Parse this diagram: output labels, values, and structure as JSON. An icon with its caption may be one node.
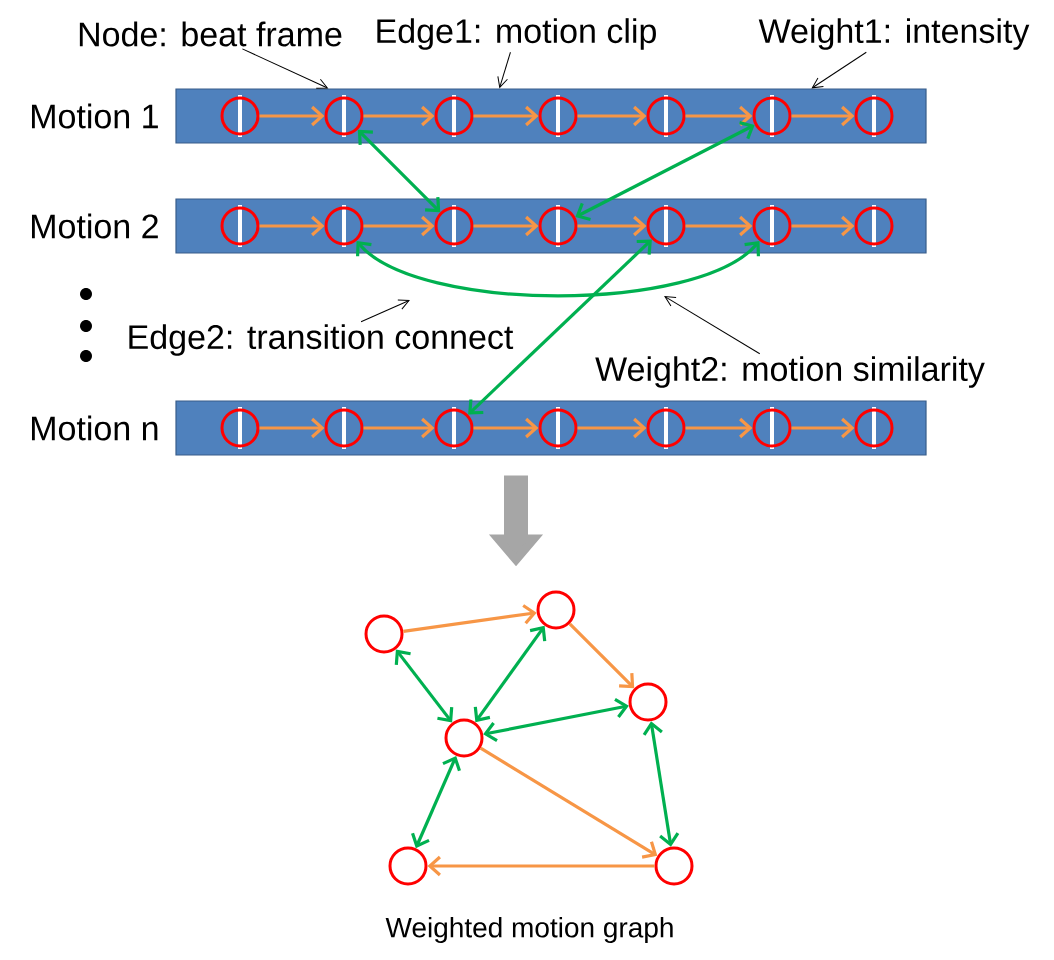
{
  "diagram": {
    "caption": "Weighted motion graph",
    "nodes": [
      {
        "text": [
          "Node: beat frame"
        ]
      },
      {
        "text": [
          "Edge1: motion clip"
        ]
      },
      {
        "text": [
          "Weight1: intensity"
        ]
      },
      {
        "text": [],
        "shape": "bar",
        "beside": [
          "Motion 1"
        ]
      },
      {
        "text": [],
        "shape": "circle",
        "in": 3
      },
      {
        "text": [],
        "shape": "circle",
        "in": 3
      },
      {
        "text": [],
        "shape": "circle",
        "in": 3
      },
      {
        "text": [],
        "shape": "circle",
        "in": 3
      },
      {
        "text": [],
        "shape": "circle",
        "in": 3
      },
      {
        "text": [],
        "shape": "circle",
        "in": 3
      },
      {
        "text": [],
        "shape": "circle",
        "in": 3
      },
      {
        "text": [],
        "shape": "bar",
        "beside": [
          "Motion 2"
        ]
      },
      {
        "text": [],
        "shape": "circle",
        "in": 11
      },
      {
        "text": [],
        "shape": "circle",
        "in": 11
      },
      {
        "text": [],
        "shape": "circle",
        "in": 11
      },
      {
        "text": [],
        "shape": "circle",
        "in": 11
      },
      {
        "text": [],
        "shape": "circle",
        "in": 11
      },
      {
        "text": [],
        "shape": "circle",
        "in": 11
      },
      {
        "text": [],
        "shape": "circle",
        "in": 11
      },
      {
        "text": [
          "Edge2: transition connect"
        ]
      },
      {
        "text": [
          "Weight2: motion similarity"
        ]
      },
      {
        "text": [],
        "shape": "bar",
        "beside": [
          "Motion n"
        ]
      },
      {
        "text": [],
        "shape": "circle",
        "in": 21
      },
      {
        "text": [],
        "shape": "circle",
        "in": 21
      },
      {
        "text": [],
        "shape": "circle",
        "in": 21
      },
      {
        "text": [],
        "shape": "circle",
        "in": 21
      },
      {
        "text": [],
        "shape": "circle",
        "in": 21
      },
      {
        "text": [],
        "shape": "circle",
        "in": 21
      },
      {
        "text": [],
        "shape": "circle",
        "in": 21
      },
      {
        "text": [],
        "shape": "circle"
      },
      {
        "text": [],
        "shape": "circle"
      },
      {
        "text": [],
        "shape": "circle"
      },
      {
        "text": [],
        "shape": "circle"
      },
      {
        "text": [],
        "shape": "circle"
      },
      {
        "text": [],
        "shape": "circle"
      }
    ],
    "edges": [
      {
        "from": 4,
        "to": 5,
        "arrow": "to"
      },
      {
        "from": 5,
        "to": 6,
        "arrow": "to"
      },
      {
        "from": 6,
        "to": 7,
        "arrow": "to"
      },
      {
        "from": 7,
        "to": 8,
        "arrow": "to"
      },
      {
        "from": 8,
        "to": 9,
        "arrow": "to"
      },
      {
        "from": 9,
        "to": 10,
        "arrow": "to"
      },
      {
        "from": 12,
        "to": 13,
        "arrow": "to"
      },
      {
        "from": 13,
        "to": 14,
        "arrow": "to"
      },
      {
        "from": 14,
        "to": 15,
        "arrow": "to"
      },
      {
        "from": 15,
        "to": 16,
        "arrow": "to"
      },
      {
        "from": 16,
        "to": 17,
        "arrow": "to"
      },
      {
        "from": 17,
        "to": 18,
        "arrow": "to"
      },
      {
        "from": 22,
        "to": 23,
        "arrow": "to"
      },
      {
        "from": 23,
        "to": 24,
        "arrow": "to"
      },
      {
        "from": 24,
        "to": 25,
        "arrow": "to"
      },
      {
        "from": 25,
        "to": 26,
        "arrow": "to"
      },
      {
        "from": 26,
        "to": 27,
        "arrow": "to"
      },
      {
        "from": 27,
        "to": 28,
        "arrow": "to"
      },
      {
        "from": 5,
        "to": 14,
        "arrow": "both",
        "color": "#00b050"
      },
      {
        "from": 9,
        "to": 15,
        "arrow": "both",
        "color": "#00b050"
      },
      {
        "from": 13,
        "to": 17,
        "arrow": "both",
        "color": "#00b050"
      },
      {
        "from": 24,
        "to": 16,
        "arrow": "both",
        "color": "#00b050"
      },
      {
        "from": 0,
        "to": 3,
        "arrow": "to",
        "color": "#000000"
      },
      {
        "from": 1,
        "to": 3,
        "arrow": "to",
        "color": "#000000"
      },
      {
        "from": 2,
        "to": 3,
        "arrow": "to",
        "color": "#000000"
      },
      {
        "from": 19,
        "to": null,
        "arrow": "to",
        "color": "#000000"
      },
      {
        "from": 20,
        "to": null,
        "arrow": "to",
        "color": "#000000"
      },
      {
        "from": 29,
        "to": 30,
        "arrow": "to"
      },
      {
        "from": 30,
        "to": 31,
        "arrow": "to"
      },
      {
        "from": 32,
        "to": 34,
        "arrow": "to"
      },
      {
        "from": 34,
        "to": 33,
        "arrow": "to"
      },
      {
        "from": 29,
        "to": 32,
        "arrow": "both",
        "color": "#00b050"
      },
      {
        "from": 30,
        "to": 32,
        "arrow": "both",
        "color": "#00b050"
      },
      {
        "from": 31,
        "to": 32,
        "arrow": "both",
        "color": "#00b050"
      },
      {
        "from": 32,
        "to": 33,
        "arrow": "both",
        "color": "#00b050"
      },
      {
        "from": 31,
        "to": 34,
        "arrow": "both",
        "color": "#00b050"
      },
      {
        "from": 21,
        "to": 30,
        "arrow": "to",
        "style": "thick",
        "color": "#a6a6a6"
      }
    ]
  }
}
